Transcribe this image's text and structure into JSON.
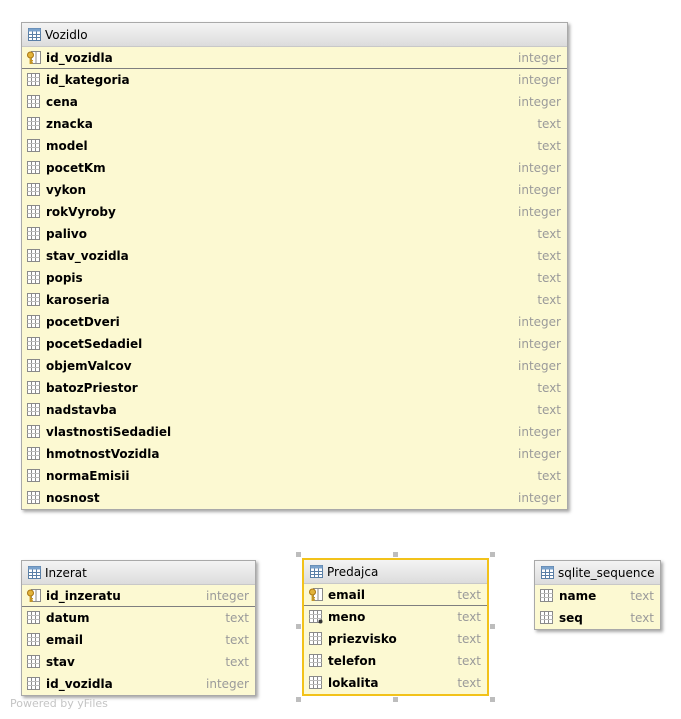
{
  "tables": [
    {
      "name": "Vozidlo",
      "columns": [
        {
          "name": "id_vozidla",
          "type": "integer",
          "pk": true
        },
        {
          "name": "id_kategoria",
          "type": "integer"
        },
        {
          "name": "cena",
          "type": "integer"
        },
        {
          "name": "znacka",
          "type": "text"
        },
        {
          "name": "model",
          "type": "text"
        },
        {
          "name": "pocetKm",
          "type": "integer"
        },
        {
          "name": "vykon",
          "type": "integer"
        },
        {
          "name": "rokVyroby",
          "type": "integer"
        },
        {
          "name": "palivo",
          "type": "text"
        },
        {
          "name": "stav_vozidla",
          "type": "text"
        },
        {
          "name": "popis",
          "type": "text"
        },
        {
          "name": "karoseria",
          "type": "text"
        },
        {
          "name": "pocetDveri",
          "type": "integer"
        },
        {
          "name": "pocetSedadiel",
          "type": "integer"
        },
        {
          "name": "objemValcov",
          "type": "integer"
        },
        {
          "name": "batozPriestor",
          "type": "text"
        },
        {
          "name": "nadstavba",
          "type": "text"
        },
        {
          "name": "vlastnostiSedadiel",
          "type": "integer"
        },
        {
          "name": "hmotnostVozidla",
          "type": "integer"
        },
        {
          "name": "normaEmisii",
          "type": "text"
        },
        {
          "name": "nosnost",
          "type": "integer"
        }
      ]
    },
    {
      "name": "Inzerat",
      "columns": [
        {
          "name": "id_inzeratu",
          "type": "integer",
          "pk": true
        },
        {
          "name": "datum",
          "type": "text"
        },
        {
          "name": "email",
          "type": "text"
        },
        {
          "name": "stav",
          "type": "text"
        },
        {
          "name": "id_vozidla",
          "type": "integer"
        }
      ]
    },
    {
      "name": "Predajca",
      "selected": true,
      "columns": [
        {
          "name": "email",
          "type": "text",
          "pk": true
        },
        {
          "name": "meno",
          "type": "text",
          "fk": true
        },
        {
          "name": "priezvisko",
          "type": "text"
        },
        {
          "name": "telefon",
          "type": "text"
        },
        {
          "name": "lokalita",
          "type": "text"
        }
      ]
    },
    {
      "name": "sqlite_sequence",
      "columns": [
        {
          "name": "name",
          "type": "text"
        },
        {
          "name": "seq",
          "type": "text"
        }
      ]
    }
  ],
  "watermark": "Powered by yFiles",
  "colors": {
    "table_body": "#fcf9d2",
    "selection": "#f2c21a",
    "type_text": "#9a9a9a",
    "key_icon": "#c8961e"
  }
}
